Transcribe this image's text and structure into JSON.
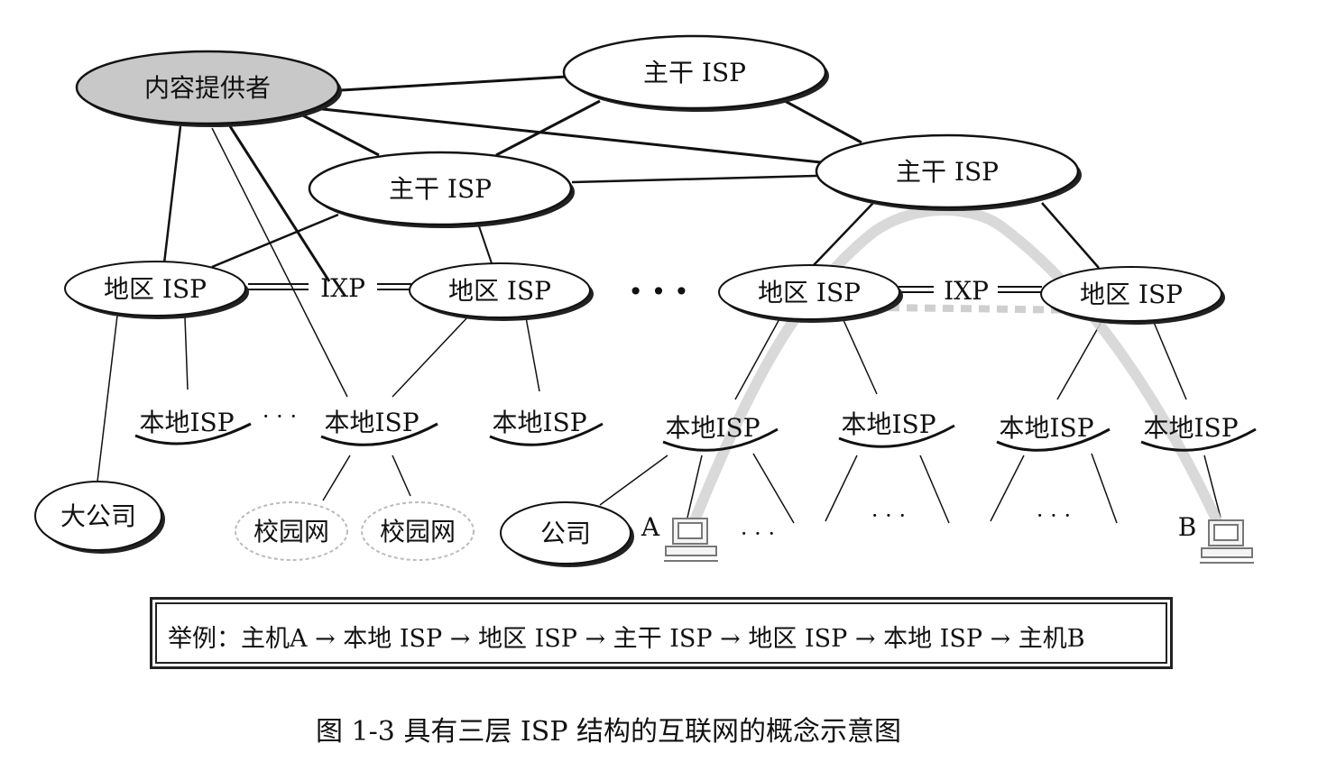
{
  "nodes": {
    "content_provider": "内容提供者",
    "backbone_isp": "主干 ISP",
    "regional_isp": "地区 ISP",
    "ixp": "IXP",
    "local_isp": "本地ISP",
    "big_company": "大公司",
    "campus_net": "校园网",
    "company": "公司",
    "host_a": "A",
    "host_b": "B",
    "ellipsis": "• • •",
    "small_ellipsis": "· · ·"
  },
  "example": "举例：主机A → 本地 ISP → 地区 ISP → 主干 ISP → 地区 ISP → 本地 ISP → 主机B",
  "caption": "图 1-3    具有三层 ISP 结构的互联网的概念示意图",
  "colors": {
    "content_provider_fill": "#c8c8c8",
    "path_highlight": "#cfcfcf",
    "line": "#111111"
  }
}
